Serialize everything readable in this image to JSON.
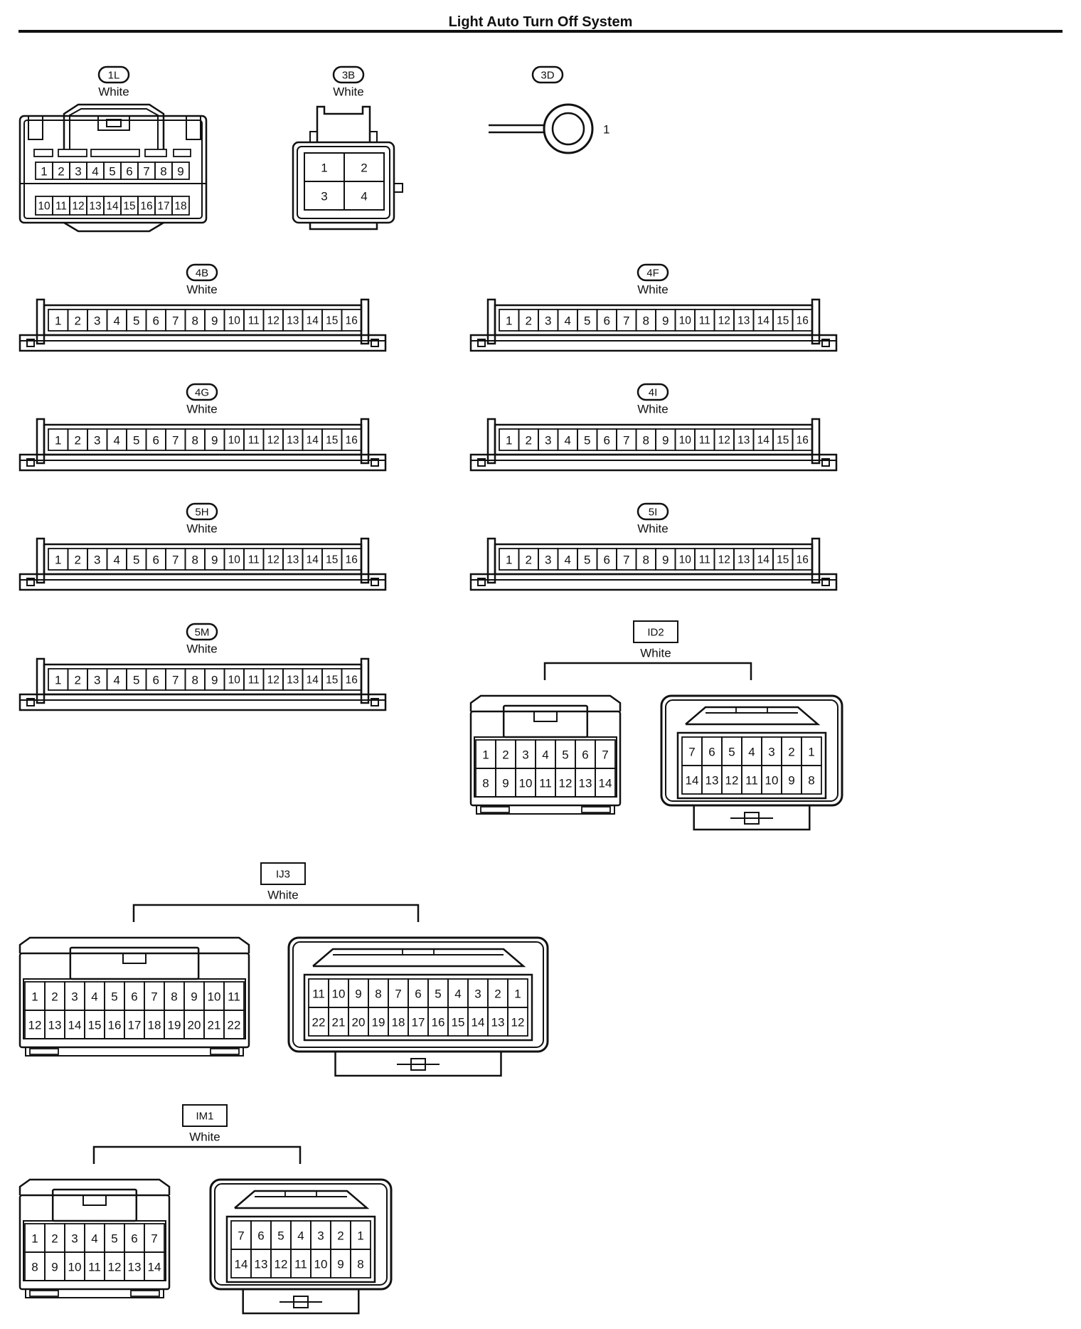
{
  "title": "Light Auto Turn Off System",
  "connectors": {
    "c1L": {
      "tag": "1L",
      "color": "White",
      "rows": [
        [
          "1",
          "2",
          "3",
          "4",
          "5",
          "6",
          "7",
          "8",
          "9"
        ],
        [
          "10",
          "11",
          "12",
          "13",
          "14",
          "15",
          "16",
          "17",
          "18"
        ]
      ]
    },
    "c3B": {
      "tag": "3B",
      "color": "White",
      "rows": [
        [
          "1",
          "2"
        ],
        [
          "3",
          "4"
        ]
      ]
    },
    "c3D": {
      "tag": "3D",
      "pin": "1"
    },
    "c4B": {
      "tag": "4B",
      "color": "White",
      "pins": [
        "1",
        "2",
        "3",
        "4",
        "5",
        "6",
        "7",
        "8",
        "9",
        "10",
        "11",
        "12",
        "13",
        "14",
        "15",
        "16"
      ]
    },
    "c4F": {
      "tag": "4F",
      "color": "White",
      "pins": [
        "1",
        "2",
        "3",
        "4",
        "5",
        "6",
        "7",
        "8",
        "9",
        "10",
        "11",
        "12",
        "13",
        "14",
        "15",
        "16"
      ]
    },
    "c4G": {
      "tag": "4G",
      "color": "White",
      "pins": [
        "1",
        "2",
        "3",
        "4",
        "5",
        "6",
        "7",
        "8",
        "9",
        "10",
        "11",
        "12",
        "13",
        "14",
        "15",
        "16"
      ]
    },
    "c4I": {
      "tag": "4I",
      "color": "White",
      "pins": [
        "1",
        "2",
        "3",
        "4",
        "5",
        "6",
        "7",
        "8",
        "9",
        "10",
        "11",
        "12",
        "13",
        "14",
        "15",
        "16"
      ]
    },
    "c5H": {
      "tag": "5H",
      "color": "White",
      "pins": [
        "1",
        "2",
        "3",
        "4",
        "5",
        "6",
        "7",
        "8",
        "9",
        "10",
        "11",
        "12",
        "13",
        "14",
        "15",
        "16"
      ]
    },
    "c5I": {
      "tag": "5I",
      "color": "White",
      "pins": [
        "1",
        "2",
        "3",
        "4",
        "5",
        "6",
        "7",
        "8",
        "9",
        "10",
        "11",
        "12",
        "13",
        "14",
        "15",
        "16"
      ]
    },
    "c5M": {
      "tag": "5M",
      "color": "White",
      "pins": [
        "1",
        "2",
        "3",
        "4",
        "5",
        "6",
        "7",
        "8",
        "9",
        "10",
        "11",
        "12",
        "13",
        "14",
        "15",
        "16"
      ]
    },
    "cID2": {
      "tag": "ID2",
      "color": "White",
      "left": [
        [
          "1",
          "2",
          "3",
          "4",
          "5",
          "6",
          "7"
        ],
        [
          "8",
          "9",
          "10",
          "11",
          "12",
          "13",
          "14"
        ]
      ],
      "right": [
        [
          "7",
          "6",
          "5",
          "4",
          "3",
          "2",
          "1"
        ],
        [
          "14",
          "13",
          "12",
          "11",
          "10",
          "9",
          "8"
        ]
      ]
    },
    "cIJ3": {
      "tag": "IJ3",
      "color": "White",
      "left": [
        [
          "1",
          "2",
          "3",
          "4",
          "5",
          "6",
          "7",
          "8",
          "9",
          "10",
          "11"
        ],
        [
          "12",
          "13",
          "14",
          "15",
          "16",
          "17",
          "18",
          "19",
          "20",
          "21",
          "22"
        ]
      ],
      "right": [
        [
          "11",
          "10",
          "9",
          "8",
          "7",
          "6",
          "5",
          "4",
          "3",
          "2",
          "1"
        ],
        [
          "22",
          "21",
          "20",
          "19",
          "18",
          "17",
          "16",
          "15",
          "14",
          "13",
          "12"
        ]
      ]
    },
    "cIM1": {
      "tag": "IM1",
      "color": "White",
      "left": [
        [
          "1",
          "2",
          "3",
          "4",
          "5",
          "6",
          "7"
        ],
        [
          "8",
          "9",
          "10",
          "11",
          "12",
          "13",
          "14"
        ]
      ],
      "right": [
        [
          "7",
          "6",
          "5",
          "4",
          "3",
          "2",
          "1"
        ],
        [
          "14",
          "13",
          "12",
          "11",
          "10",
          "9",
          "8"
        ]
      ]
    }
  }
}
